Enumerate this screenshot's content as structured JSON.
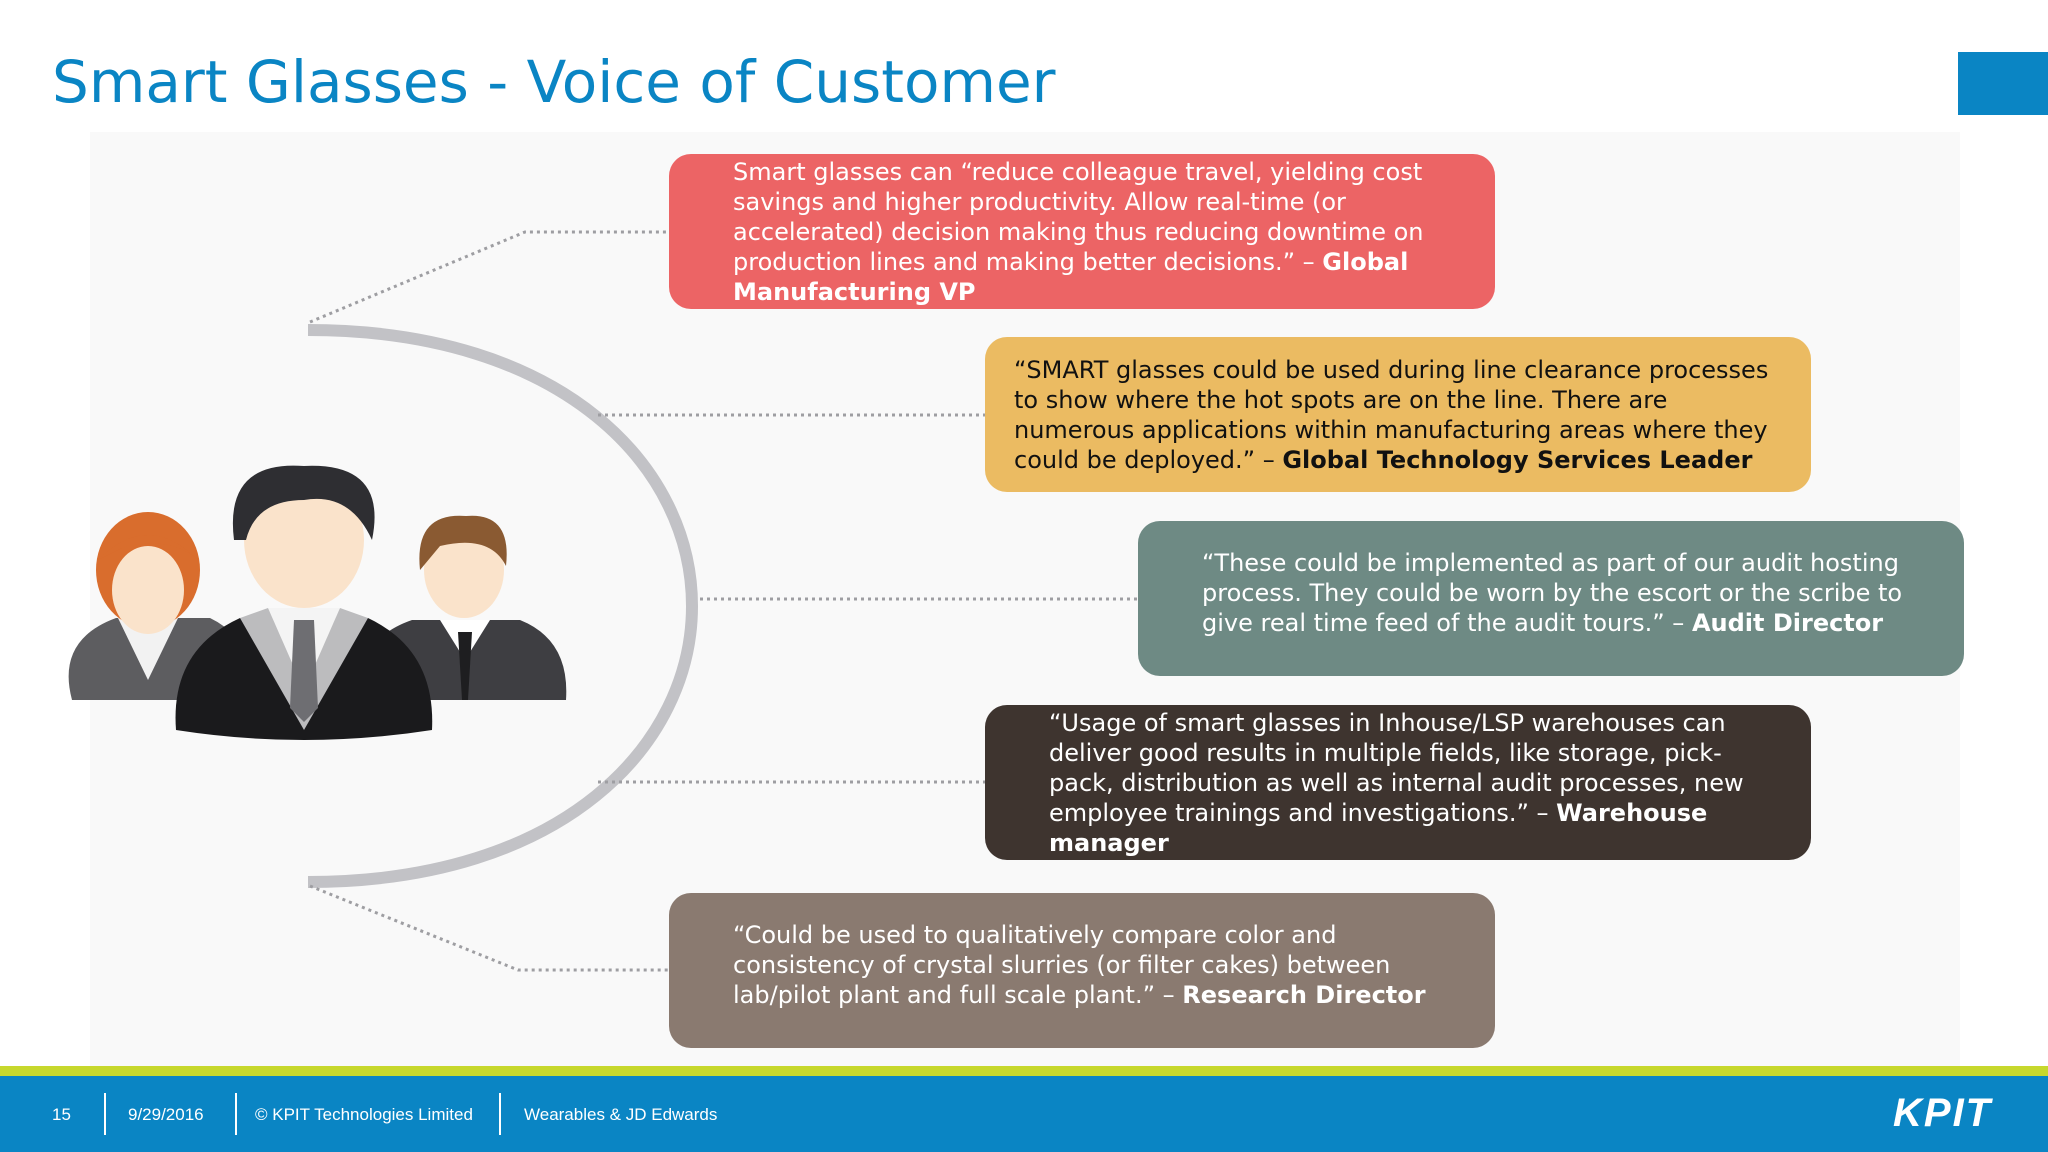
{
  "slide": {
    "title": "Smart Glasses - Voice of Customer"
  },
  "quotes": [
    {
      "text": "Smart glasses can “reduce colleague travel, yielding cost savings and higher productivity.  Allow real-time (or accelerated) decision making thus reducing downtime on production lines and making better decisions.” – ",
      "author": "Global Manufacturing VP",
      "color": "#ec6465"
    },
    {
      "text": "“SMART glasses could be used during line clearance processes to show where the hot spots are on the line.  There are numerous applications within manufacturing areas where they could be deployed.” – ",
      "author": "Global Technology Services Leader",
      "color": "#ebbb62"
    },
    {
      "text": "“These could be implemented as part of our audit hosting process.  They could be worn by the escort or the scribe to give real time feed of the audit tours.” – ",
      "author": "Audit Director",
      "color": "#6e8a84"
    },
    {
      "text": "“Usage of smart glasses in Inhouse/LSP warehouses can deliver good results in multiple fields, like storage, pick-pack, distribution as well as internal audit processes, new employee trainings and investigations.” – ",
      "author": "Warehouse manager",
      "color": "#3e342f"
    },
    {
      "text": "“Could be used to qualitatively compare color and consistency of crystal slurries (or filter cakes) between lab/pilot plant and full scale plant.” – ",
      "author": "Research Director",
      "color": "#8a7a70"
    }
  ],
  "footer": {
    "page_number": "15",
    "date": "9/29/2016",
    "copyright": "© KPIT Technologies Limited",
    "topic": "Wearables & JD Edwards",
    "logo_text": "KPIT"
  },
  "colors": {
    "accent": "#0a85c4",
    "footer_stripe": "#c7d82d"
  },
  "icons": [
    "people-group-icon"
  ]
}
